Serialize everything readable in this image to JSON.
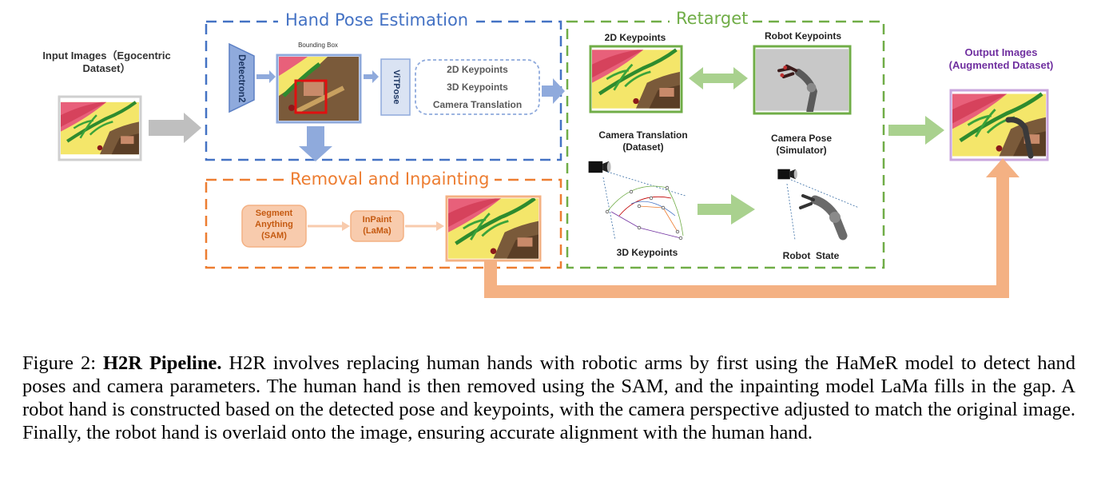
{
  "diagram": {
    "input_label": "Input Images（Egocentric Dataset）",
    "output_label": "Output Images (Augmented Dataset)",
    "hand_pose": {
      "title": "Hand Pose Estimation",
      "detector": "Detectron2",
      "bbox_caption": "Bounding Box",
      "vitpose": "ViTPose",
      "outputs": [
        "2D Keypoints",
        "3D Keypoints",
        "Camera Translation"
      ]
    },
    "removal": {
      "title": "Removal and Inpainting",
      "sam": "Segment Anything (SAM)",
      "inpaint": "InPaint (LaMa)"
    },
    "retarget": {
      "title": "Retarget",
      "kp2d": "2D Keypoints",
      "robot_kp": "Robot Keypoints",
      "cam_trans": "Camera Translation (Dataset)",
      "cam_pose": "Camera Pose (Simulator)",
      "kp3d": "3D Keypoints",
      "robot_state": "Robot  State"
    },
    "colors": {
      "blue": "#4472c4",
      "orange": "#ed7d31",
      "green": "#70ad47",
      "purple": "#7030a0"
    }
  },
  "caption": {
    "prefix": "Figure 2: ",
    "bold": "H2R Pipeline.",
    "text": " H2R involves replacing human hands with robotic arms by first using the HaMeR model to detect hand poses and camera parameters. The human hand is then removed using the SAM, and the inpainting model LaMa fills in the gap. A robot hand is constructed based on the detected pose and keypoints, with the camera perspective adjusted to match the original image. Finally, the robot hand is overlaid onto the image, ensuring accurate alignment with the human hand."
  }
}
